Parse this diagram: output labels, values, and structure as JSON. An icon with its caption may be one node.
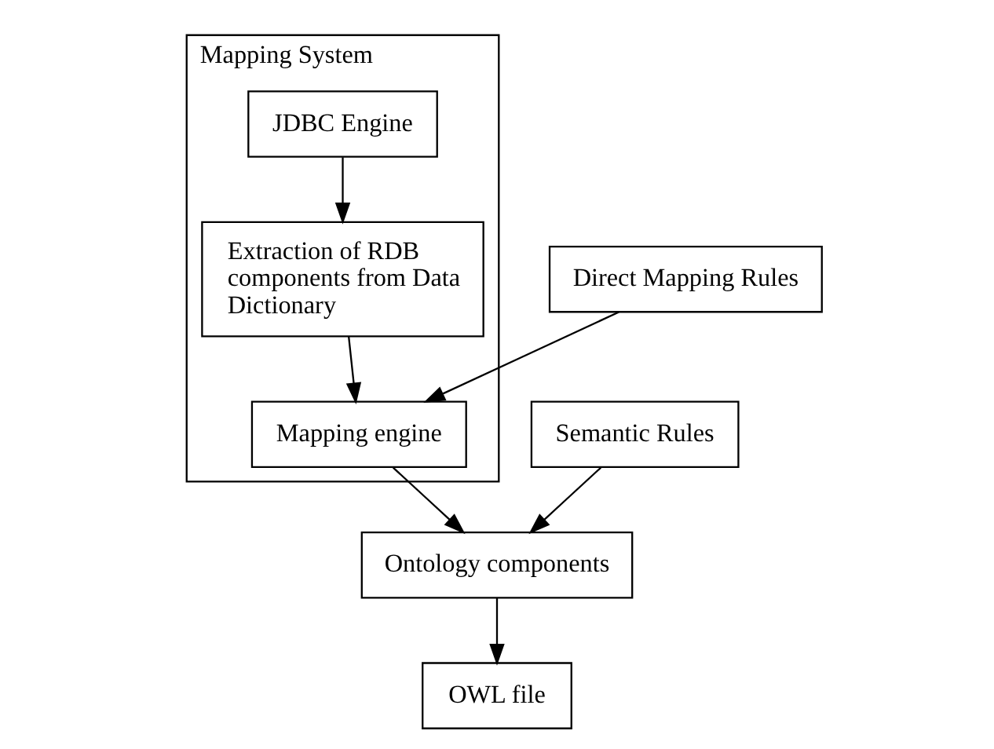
{
  "diagram": {
    "nodes": [
      {
        "text": [
          "Mapping System"
        ]
      },
      {
        "text": [
          "JDBC Engine"
        ],
        "in": 0
      },
      {
        "text": [
          "Extraction of RDB components from Data Dictionary"
        ],
        "in": 0
      },
      {
        "text": [
          "Mapping engine"
        ],
        "in": 0
      },
      {
        "text": [
          "Direct Mapping Rules"
        ]
      },
      {
        "text": [
          "Semantic Rules"
        ]
      },
      {
        "text": [
          "Ontology components"
        ]
      },
      {
        "text": [
          "OWL file"
        ]
      }
    ],
    "edges": [
      {
        "from": 1,
        "to": 2,
        "arrow": "to"
      },
      {
        "from": 2,
        "to": 3,
        "arrow": "to"
      },
      {
        "from": 4,
        "to": 3,
        "arrow": "to"
      },
      {
        "from": 5,
        "to": 6,
        "arrow": "to"
      },
      {
        "from": 6,
        "to": 7,
        "arrow": "to"
      },
      {
        "from": 3,
        "to": 6,
        "arrow": "to"
      }
    ]
  }
}
